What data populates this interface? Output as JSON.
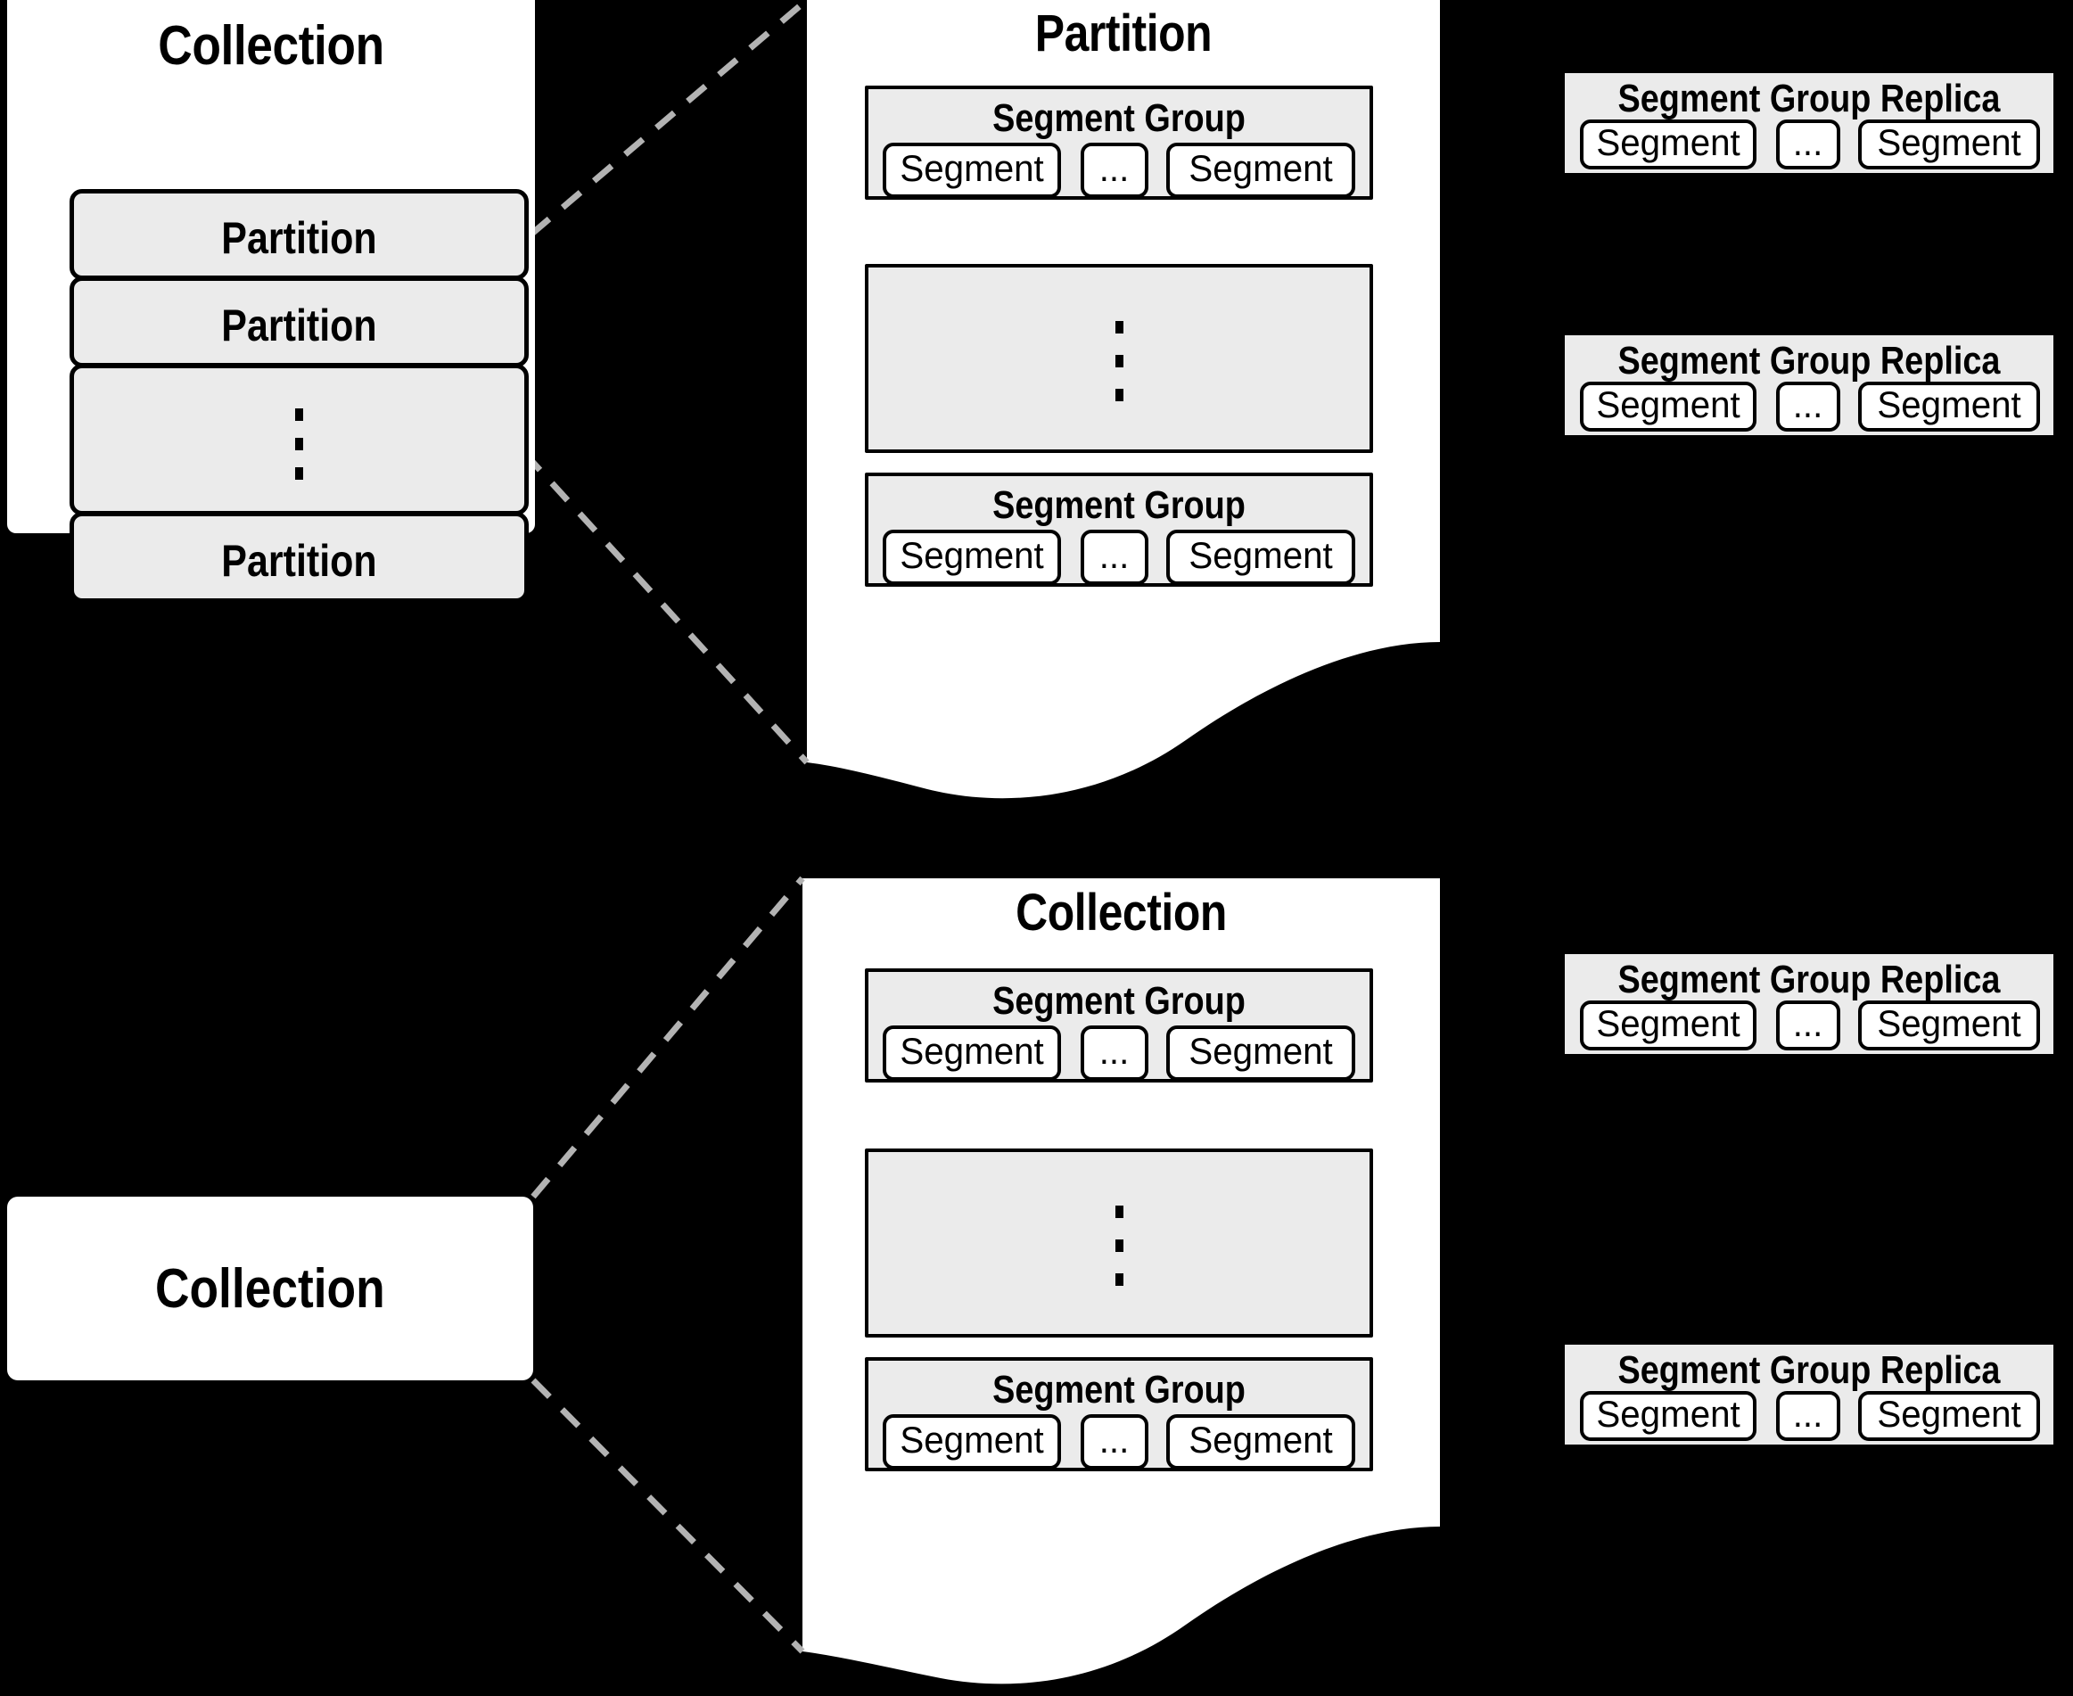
{
  "figure": {
    "background": "#000000",
    "panel_fill": "#ffffff",
    "group_fill": "#ebebeb",
    "stroke": "#000000",
    "connector_color": "#b3b3b3",
    "ellipsis_glyph": "..."
  },
  "top": {
    "collection_panel": {
      "title": "Collection",
      "items": [
        {
          "type": "box",
          "label": "Partition"
        },
        {
          "type": "box",
          "label": "Partition"
        },
        {
          "type": "ellipsis",
          "label": ""
        },
        {
          "type": "box",
          "label": "Partition"
        }
      ]
    },
    "detail_panel": {
      "title": "Partition",
      "groups": [
        {
          "type": "segment-group",
          "label": "Segment Group",
          "segments": [
            "Segment",
            "...",
            "Segment"
          ]
        },
        {
          "type": "ellipsis",
          "label": ""
        },
        {
          "type": "segment-group",
          "label": "Segment Group",
          "segments": [
            "Segment",
            "...",
            "Segment"
          ]
        }
      ]
    },
    "replicas": [
      {
        "label": "Segment Group Replica",
        "segments": [
          "Segment",
          "...",
          "Segment"
        ]
      },
      {
        "label": "Segment Group Replica",
        "segments": [
          "Segment",
          "...",
          "Segment"
        ]
      }
    ]
  },
  "bottom": {
    "collection_card": {
      "label": "Collection"
    },
    "detail_panel": {
      "title": "Collection",
      "groups": [
        {
          "type": "segment-group",
          "label": "Segment Group",
          "segments": [
            "Segment",
            "...",
            "Segment"
          ]
        },
        {
          "type": "ellipsis",
          "label": ""
        },
        {
          "type": "segment-group",
          "label": "Segment Group",
          "segments": [
            "Segment",
            "...",
            "Segment"
          ]
        }
      ]
    },
    "replicas": [
      {
        "label": "Segment Group Replica",
        "segments": [
          "Segment",
          "...",
          "Segment"
        ]
      },
      {
        "label": "Segment Group Replica",
        "segments": [
          "Segment",
          "...",
          "Segment"
        ]
      }
    ]
  }
}
